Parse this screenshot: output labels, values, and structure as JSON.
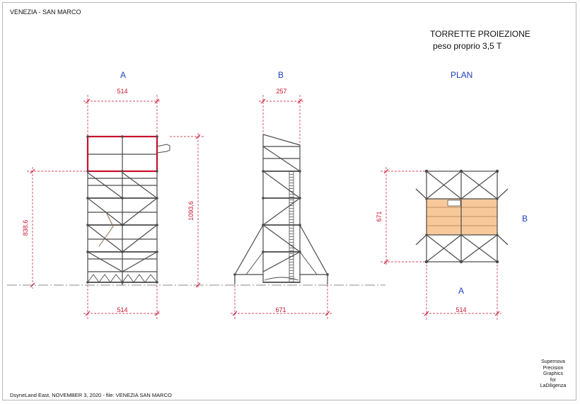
{
  "header": {
    "place": "VENEZIA - SAN MARCO"
  },
  "title_block": {
    "title": "TORRETTE PROIEZIONE",
    "subtitle": "peso proprio 3,5 T"
  },
  "views": {
    "a": "A",
    "b": "B",
    "plan": "PLAN",
    "plan_side": "B",
    "plan_front": "A"
  },
  "dimensions": {
    "a_top_width": "514",
    "a_bottom_width": "514",
    "a_left_height": "838,6",
    "a_right_height": "1093,6",
    "b_top_width": "257",
    "b_bottom_width": "671",
    "plan_side_depth": "671",
    "plan_front_width": "514"
  },
  "credit": {
    "lines": [
      "Supernova",
      "Precision",
      "Graphics",
      "for",
      "LaDiligenza"
    ]
  },
  "footer": {
    "text": "DsyneLand East, NOVEMBER 3, 2020  -  file: VENEZIA SAN MARCO"
  },
  "colors": {
    "structure": "#4a4a4a",
    "dimension": "#c8102e",
    "view_label": "#1f3fbf",
    "platform": "#f7c99a",
    "highlight": "#c8102e"
  }
}
